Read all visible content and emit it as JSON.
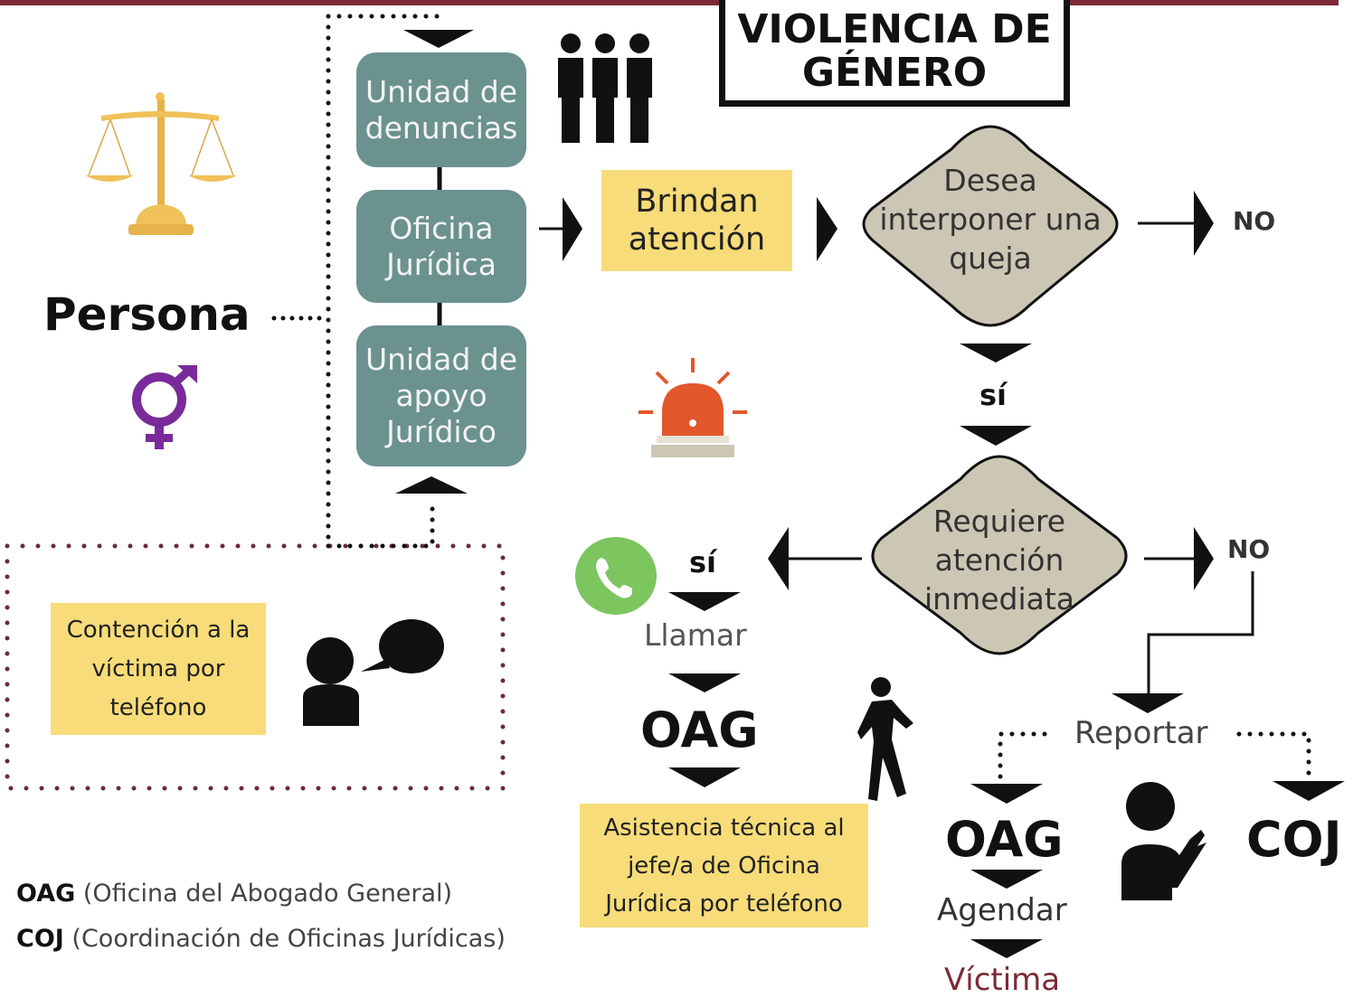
{
  "title": "VIOLENCIA DE GÉNERO",
  "persona_label": "Persona",
  "units": [
    "Unidad de denuncias",
    "Oficina Jurídica",
    "Unidad de apoyo Jurídico"
  ],
  "brindan": "Brindan atención",
  "decision1": "Desea interponer una queja",
  "no1": "NO",
  "si1": "sí",
  "decision2": "Requiere atención inmediata",
  "si2": "sí",
  "no2": "NO",
  "llamar": "Llamar",
  "oag_left": "OAG",
  "asistencia": "Asistencia técnica al jefe/a de Oficina Jurídica por teléfono",
  "reportar": "Reportar",
  "oag_right": "OAG",
  "coj": "COJ",
  "agendar": "Agendar",
  "victima": "Víctima",
  "contencion": "Contención a la víctima por teléfono",
  "legend": [
    {
      "abbr": "OAG",
      "text": "(Oficina del Abogado General)"
    },
    {
      "abbr": "COJ",
      "text": "(Coordinación de Oficinas Jurídicas)"
    }
  ],
  "colors": {
    "top_bar": "#7a2a34",
    "teal_box": "#6b928e",
    "yellow_box": "#f7dc79",
    "diamond": "#ccc6b4",
    "dotted_border": "#6b2a35",
    "gender_symbol": "#7a2a9a",
    "victima_text": "#7a2a34",
    "alarm": "#e2572b",
    "phone": "#7dc55f",
    "scales": "#f0c15a"
  },
  "icons": [
    "scales-icon",
    "gender-symbol-icon",
    "people-icon",
    "alarm-icon",
    "phone-icon",
    "speaking-person-icon",
    "walking-person-icon",
    "writing-person-icon"
  ]
}
